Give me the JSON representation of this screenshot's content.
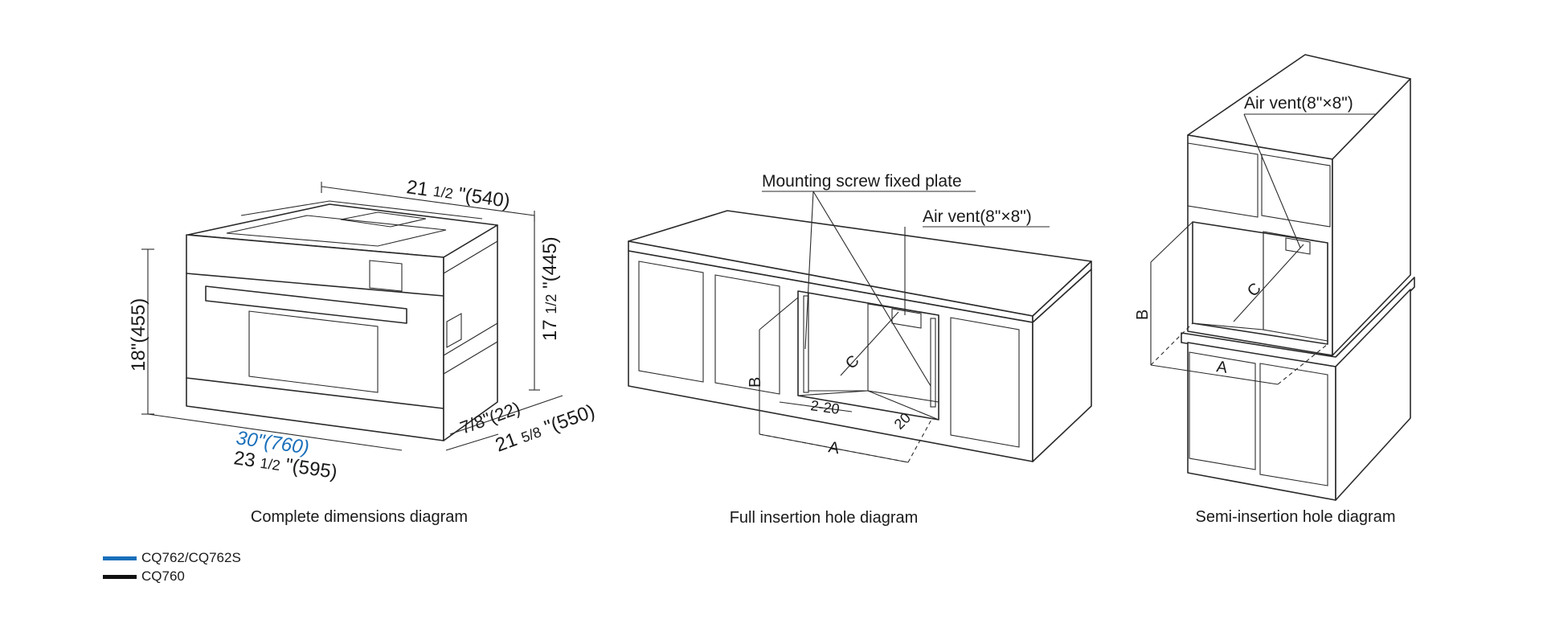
{
  "diagrams": {
    "complete": {
      "caption": "Complete dimensions diagram",
      "dims": {
        "width_top_main": "21",
        "width_top_frac": "1/2",
        "width_top_paren": "\"(540)",
        "height_left": "18\"(455)",
        "height_right_main": "17",
        "height_right_frac": "1/2",
        "height_right_paren": "\"(445)",
        "width_blue": "30\"(760)",
        "width_bottom_main": "23",
        "width_bottom_frac": "1/2",
        "width_bottom_paren": "\"(595)",
        "depth_flange": "7/8\"(22)",
        "depth_main": "21",
        "depth_frac": "5/8",
        "depth_paren": "\"(550)"
      }
    },
    "full": {
      "caption": "Full insertion hole diagram",
      "labels": {
        "mounting": "Mounting screw fixed plate",
        "air_vent": "Air vent(8\"×8\")",
        "a": "A",
        "b": "B",
        "c": "C",
        "gap": "2-20",
        "twenty": "20"
      }
    },
    "semi": {
      "caption": "Semi-insertion hole diagram",
      "labels": {
        "air_vent": "Air vent(8\"×8\")",
        "a": "A",
        "b": "B",
        "c": "C"
      }
    }
  },
  "legend": [
    {
      "label": "CQ762/CQ762S",
      "color": "#1a6fba"
    },
    {
      "label": "CQ760",
      "color": "#111111"
    }
  ],
  "colors": {
    "accent_blue": "#1a6fba",
    "line": "#2a2a2a"
  }
}
